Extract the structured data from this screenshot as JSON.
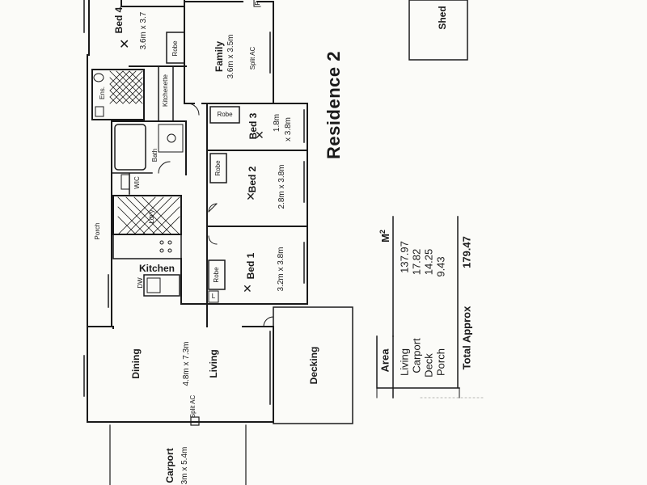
{
  "title": "Residence 2",
  "rooms": {
    "bed4": {
      "name": "Bed 4",
      "dims": "3.6m x 3.7"
    },
    "family": {
      "name": "Family",
      "dims": "3.6m x 3.5m"
    },
    "bed3": {
      "name": "Bed 3",
      "dims_a": "1.8m",
      "dims_b": "x 3.8m"
    },
    "bed2": {
      "name": "Bed 2",
      "dims": "2.8m x 3.8m"
    },
    "bed1": {
      "name": "Bed 1",
      "dims": "3.2m x 3.8m"
    },
    "living": {
      "name_a": "Dining",
      "dims": "4.8m x 7.3m",
      "name_b": "Living"
    },
    "kitchen": {
      "name": "Kitchen"
    },
    "decking": {
      "name": "Decking"
    },
    "carport": {
      "name": "Carport",
      "dims": "3m x 5.4m"
    },
    "shed": {
      "name": "Shed"
    }
  },
  "fixtures": {
    "robe": "Robe",
    "split_ac": "Split AC",
    "ens": "Ens.",
    "kitchenette": "Kitchenette",
    "bath": "Bath",
    "wic": "WIC",
    "ldry": "Ldr'y",
    "porch": "Porch",
    "dw": "DW",
    "linen": "L",
    "f": "F"
  },
  "area_table": {
    "header_label": "Area",
    "header_unit": "M",
    "header_sup": "2",
    "rows": [
      {
        "label": "Living",
        "value": "137.97"
      },
      {
        "label": "Carport",
        "value": "17.82"
      },
      {
        "label": "Deck",
        "value": "14.25"
      },
      {
        "label": "Porch",
        "value": "9.43"
      }
    ],
    "total_label": "Total Approx",
    "total_value": "179.47"
  }
}
